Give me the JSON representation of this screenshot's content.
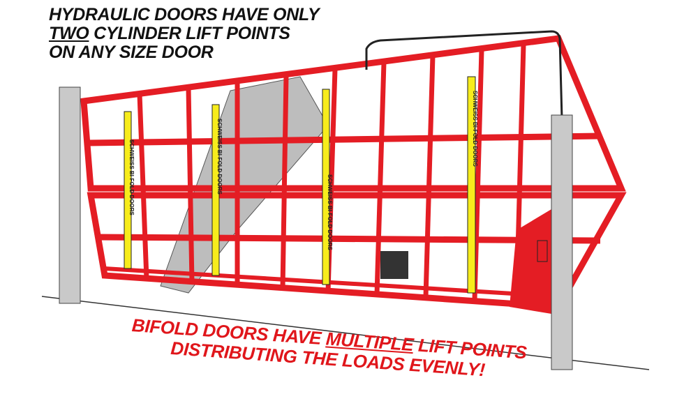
{
  "top_caption": {
    "line1": "HYDRAULIC DOORS HAVE ONLY",
    "line2_emph": "TWO",
    "line2_rest": " CYLINDER LIFT POINTS",
    "line3": "ON ANY SIZE DOOR"
  },
  "bottom_caption": {
    "line1_a": "BIFOLD DOORS HAVE ",
    "line1_emph": "MULTIPLE",
    "line1_b": " LIFT POINTS",
    "line2": "DISTRIBUTING THE LOADS EVENLY!"
  },
  "strap_label": "SCHWEISS BI-FOLD DOORS",
  "colors": {
    "frame": "#e41d24",
    "strap": "#f7ec1c",
    "post": "#c9c9c9",
    "text_dark": "#111111",
    "text_red": "#e0161b"
  }
}
